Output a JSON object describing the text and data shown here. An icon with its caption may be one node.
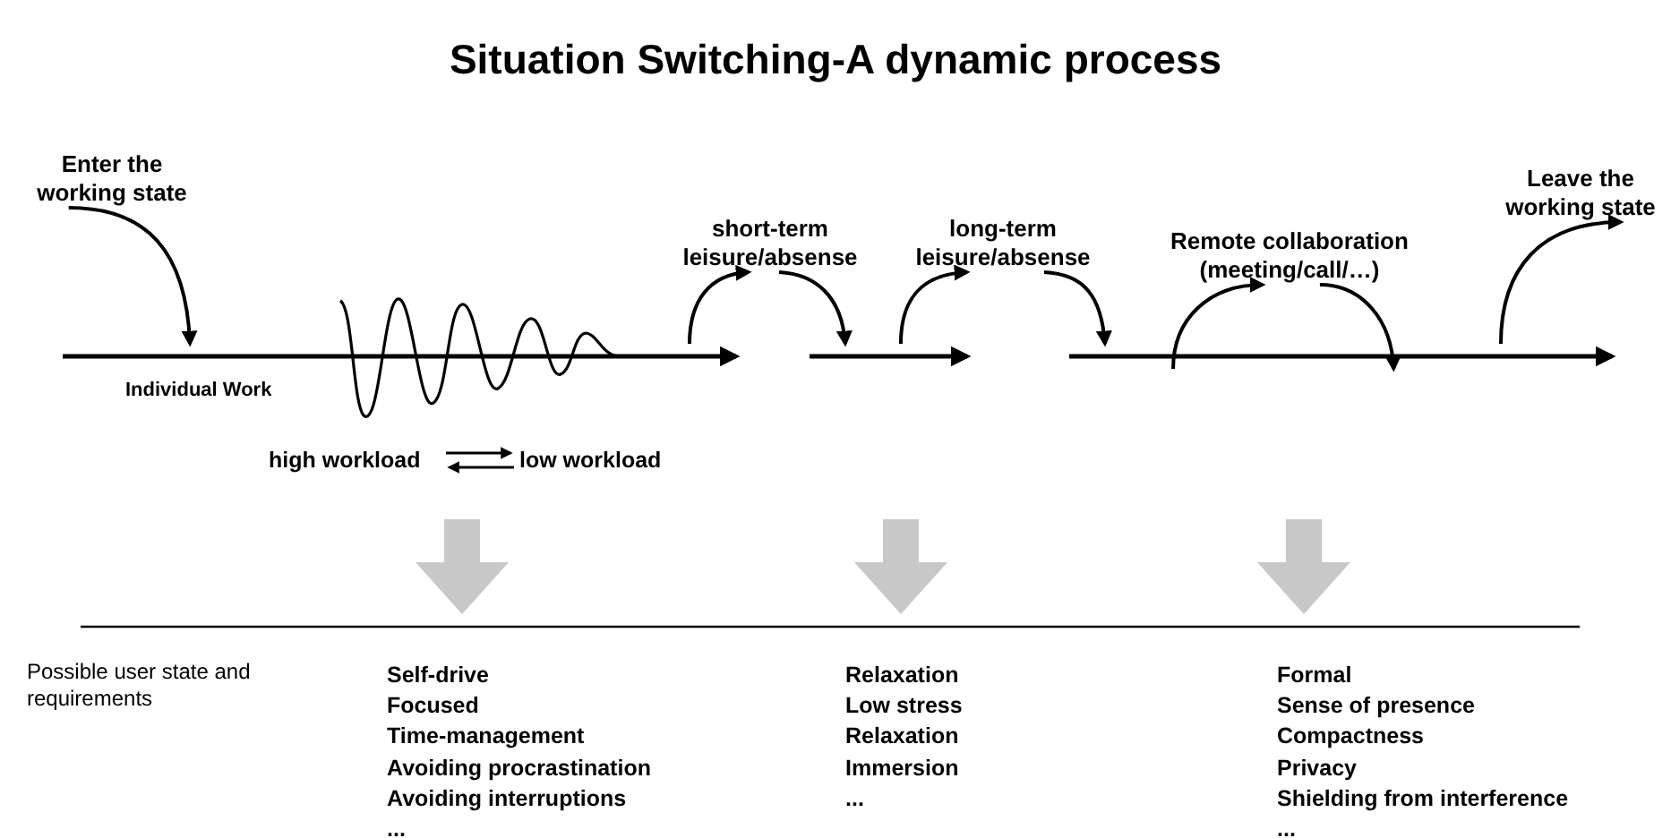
{
  "diagram": {
    "title": "Situation Switching-A dynamic process",
    "nodes": [
      {
        "text": [
          "Enter the working state"
        ]
      },
      {
        "text": [
          "short-term leisure/absense"
        ]
      },
      {
        "text": [
          "long-term leisure/absense"
        ]
      },
      {
        "text": [
          "Remote collaboration (meeting/call/…)"
        ]
      },
      {
        "text": [
          "Leave the working state"
        ]
      },
      {
        "text": [],
        "shape": "arrow",
        "beside": [
          "Individual Work"
        ]
      },
      {
        "text": [],
        "shape": "arrow"
      },
      {
        "text": [],
        "shape": "arrow"
      }
    ],
    "edges": [
      {
        "from": 0,
        "to": 5,
        "arrow": "to"
      },
      {
        "from": 5,
        "to": 1,
        "arrow": "to"
      },
      {
        "from": 1,
        "to": 6,
        "arrow": "to"
      },
      {
        "from": 6,
        "to": 2,
        "arrow": "to"
      },
      {
        "from": 2,
        "to": 7,
        "arrow": "to"
      },
      {
        "from": 7,
        "to": 3,
        "arrow": "to"
      },
      {
        "from": 3,
        "to": 7,
        "arrow": "to"
      },
      {
        "from": 7,
        "to": 4,
        "arrow": "to"
      }
    ],
    "labels": [
      "high workload",
      "low workload",
      "Possible user state and requirements",
      "Self-drive",
      "Focused",
      "Time-management",
      "Avoiding procrastination",
      "Avoiding interruptions",
      "...",
      "Relaxation",
      "Low stress",
      "Relaxation",
      "Immersion",
      "...",
      "Formal",
      "Sense of presence",
      "Compactness",
      "Privacy",
      "Shielding from interference",
      "..."
    ]
  }
}
